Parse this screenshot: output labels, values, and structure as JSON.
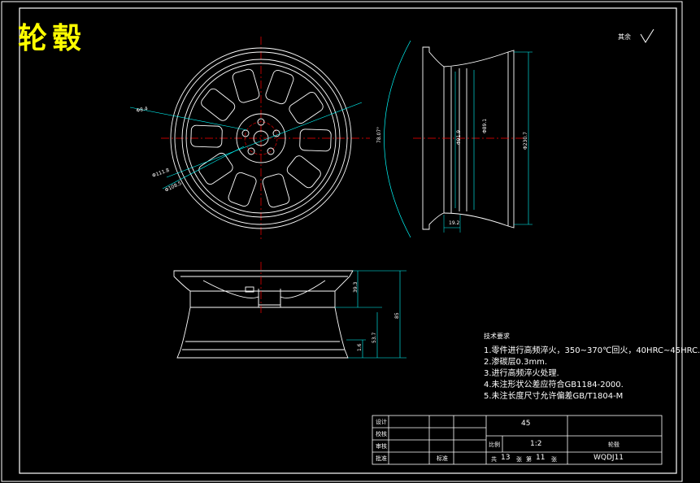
{
  "drawing": {
    "title": "轮毂",
    "finish_mark": "其余",
    "dims": {
      "d_small": "Φ8.4",
      "d_pcd": "Φ111.8",
      "d_hub": "Φ108.5",
      "angle": "78.07°",
      "d_seat1": "Φ91.9",
      "d_seat2": "Φ89.1",
      "d_outer": "Φ230.7",
      "w_flange": "19.2",
      "h_top": "39.3",
      "h_total": "85",
      "h_mid": "53.7",
      "h_low": "1.6"
    }
  },
  "notes": {
    "heading": "技术要求",
    "items": [
      "1.零件进行高频淬火，350~370℃回火，40HRC~45HRC.",
      "2.渗碳层0.3mm.",
      "3.进行高频淬火处理.",
      "4.未注形状公差应符合GB1184-2000.",
      "5.未注长度尺寸允许偏差GB/T1804-M"
    ]
  },
  "title_block": {
    "design": "设计",
    "check": "校核",
    "review": "审核",
    "approve": "批准",
    "standard": "标准",
    "material": "45",
    "scale_label": "比例",
    "scale": "1:2",
    "part_name": "轮毂",
    "total_label": "共",
    "total": "13",
    "sheet_mid": "张",
    "sheet_label": "第",
    "sheet": "11",
    "sheet_suffix": "张",
    "drawing_no": "WQDJ11"
  }
}
